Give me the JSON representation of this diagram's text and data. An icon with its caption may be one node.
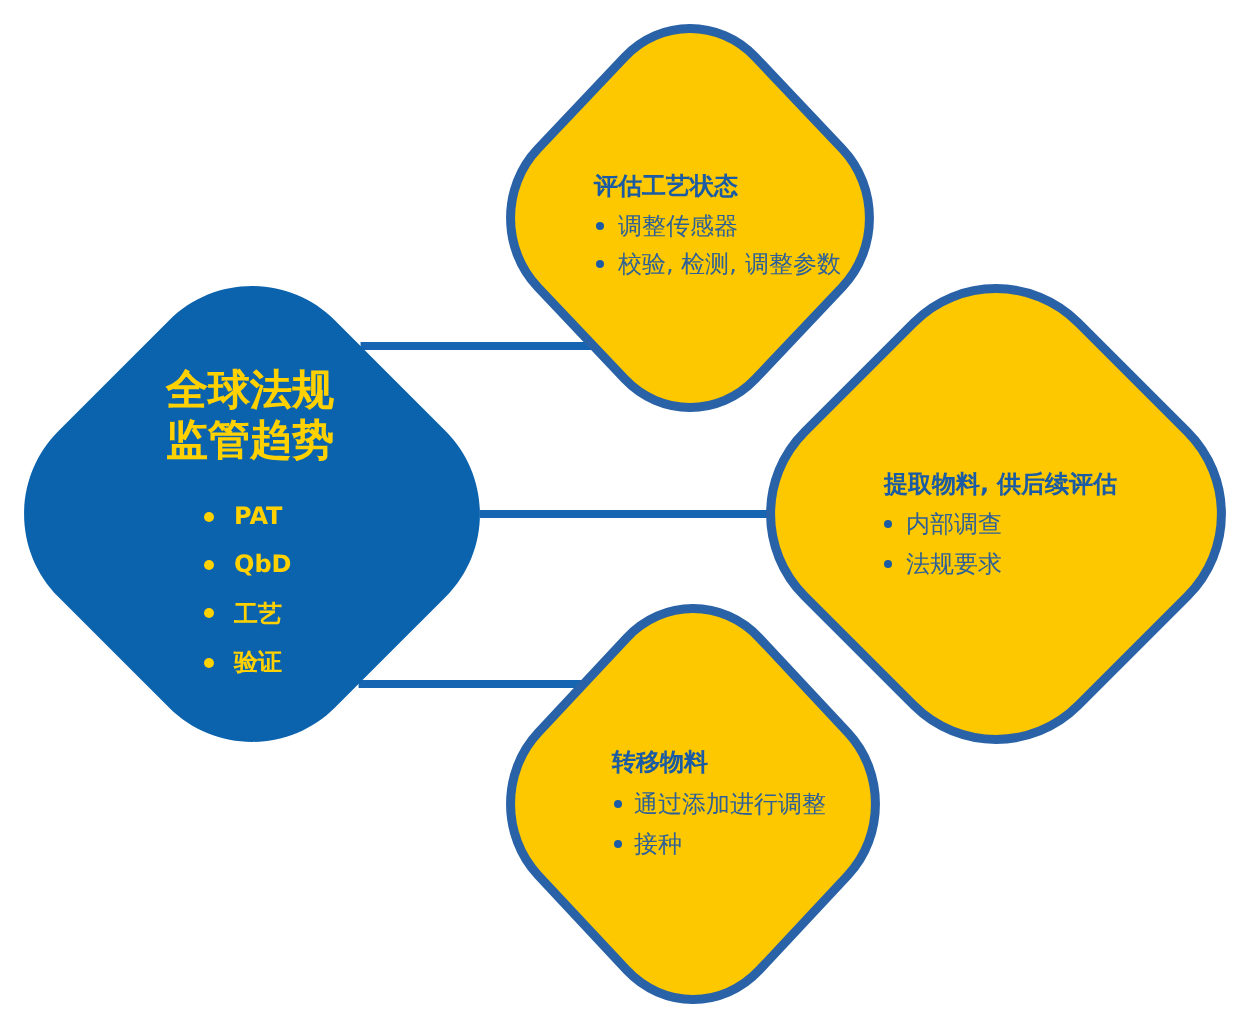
{
  "diagram": {
    "nodes": [
      {
        "text": [
          "全球法规监管趋势",
          "PAT",
          "QbD",
          "工艺",
          "验证"
        ]
      },
      {
        "text": [
          "评估工艺状态",
          "调整传感器",
          "校验, 检测, 调整参数"
        ]
      },
      {
        "text": [
          "提取物料, 供后续评估",
          "内部调查",
          "法规要求"
        ]
      },
      {
        "text": [
          "转移物料",
          "通过添加进行调整",
          "接种"
        ]
      }
    ],
    "edges": [
      {
        "from": 0,
        "to": 1,
        "arrow": "none"
      },
      {
        "from": 0,
        "to": 2,
        "arrow": "none"
      },
      {
        "from": 0,
        "to": 3,
        "arrow": "none"
      }
    ]
  }
}
